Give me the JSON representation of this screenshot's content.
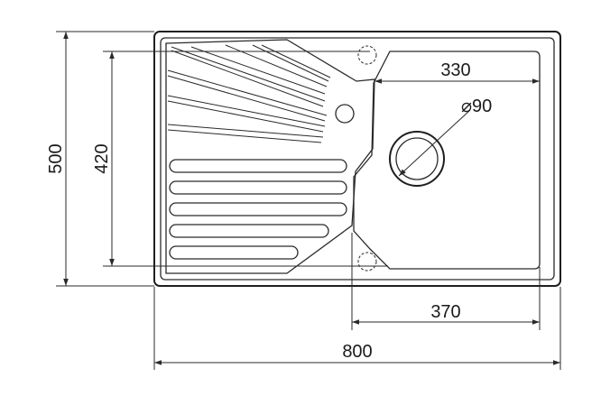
{
  "drawing": {
    "subject": "sink-with-drainer",
    "line_color": "#2a2a2a",
    "background": "#ffffff"
  },
  "dimensions": {
    "overall_width": "800",
    "overall_depth": "500",
    "bowl_depth": "420",
    "bowl_top_width": "330",
    "bowl_bottom_width": "370",
    "drain_diameter_value": "90",
    "drain_diameter_symbol": "⌀"
  },
  "icons": {
    "tap_hole": "dashed-circle",
    "overflow": "small-circle",
    "drain": "double-circle"
  }
}
